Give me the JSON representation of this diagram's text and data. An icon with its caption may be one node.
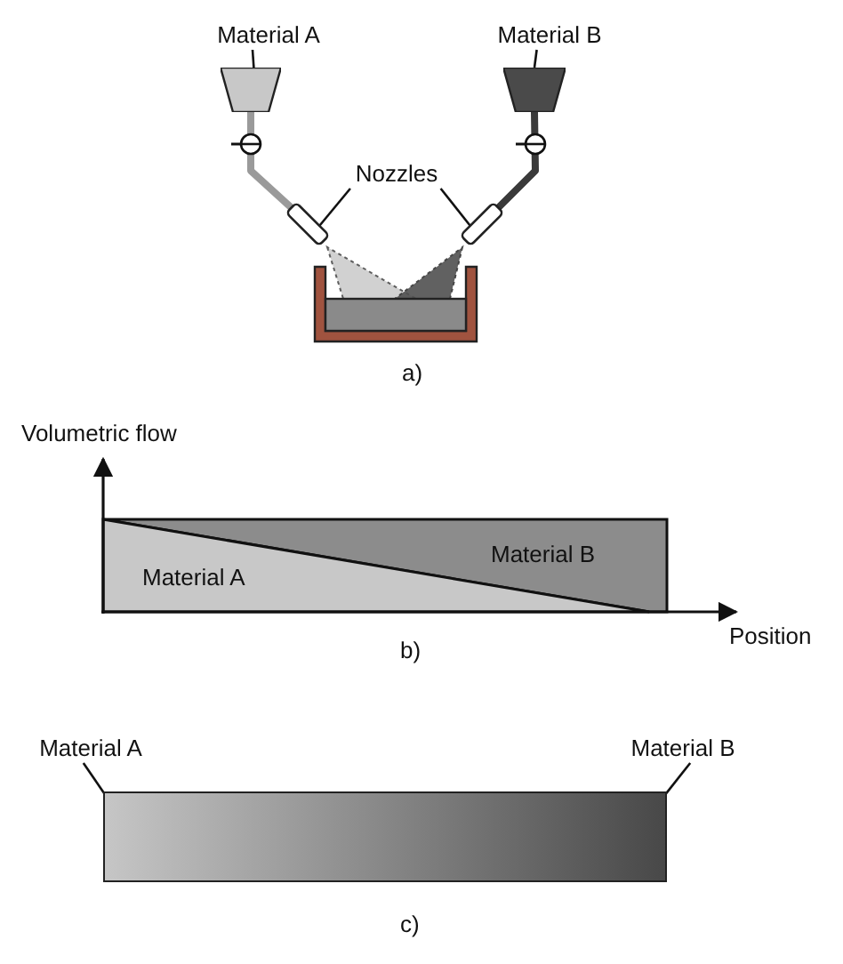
{
  "diagram": {
    "nodes": [
      {
        "text": [
          "Material A"
        ]
      },
      {
        "text": [],
        "shape": "hopper"
      },
      {
        "text": [
          "Material B"
        ]
      },
      {
        "text": [],
        "shape": "hopper"
      },
      {
        "text": [
          "Nozzles"
        ]
      },
      {
        "text": [],
        "shape": "nozzle"
      },
      {
        "text": [],
        "shape": "nozzle"
      },
      {
        "text": [
          "Material A"
        ]
      },
      {
        "text": [
          "Material B"
        ]
      },
      {
        "text": [],
        "shape": "bar"
      }
    ],
    "edges": [
      {
        "from": 0,
        "to": 1,
        "arrow": "none"
      },
      {
        "from": 2,
        "to": 3,
        "arrow": "none"
      },
      {
        "from": 1,
        "to": 5,
        "arrow": "none",
        "style": "thick",
        "color": "#9a9a9a"
      },
      {
        "from": 3,
        "to": 6,
        "arrow": "none",
        "style": "thick",
        "color": "#3a3a3a"
      },
      {
        "from": 4,
        "to": 5,
        "arrow": "none"
      },
      {
        "from": 4,
        "to": 6,
        "arrow": "none"
      },
      {
        "from": 7,
        "to": 9,
        "arrow": "none"
      },
      {
        "from": 8,
        "to": 9,
        "arrow": "none"
      }
    ],
    "labels": [
      "a)",
      "Volumetric flow",
      "Material B",
      "Material A",
      "Position",
      "b)",
      "c)"
    ]
  }
}
